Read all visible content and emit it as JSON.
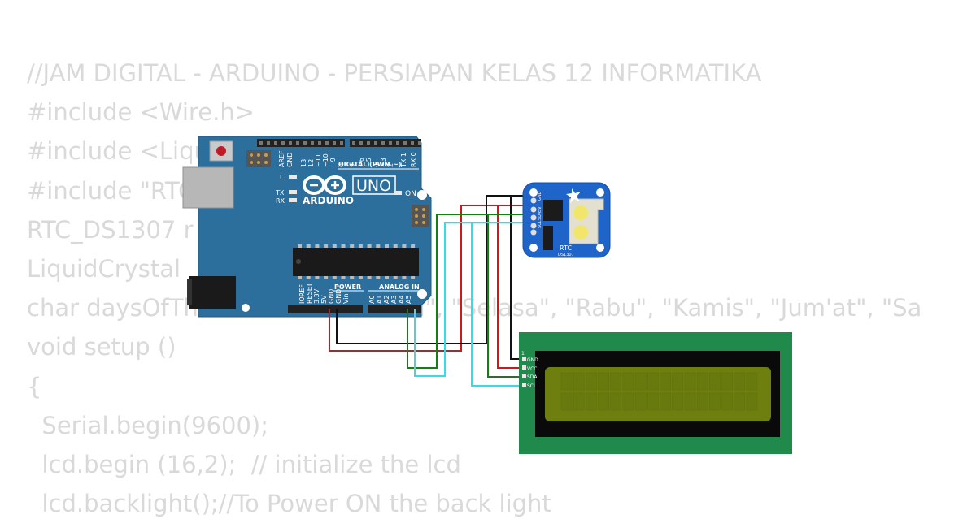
{
  "code_lines": [
    "//JAM DIGITAL - ARDUINO - PERSIAPAN KELAS 12 INFORMATIKA",
    "#include <Wire.h>",
    "#include <Liqu",
    "#include \"RTC",
    "RTC_DS1307 r",
    "LiquidCrystal",
    "char daysOfTh                    \"Senin\", \"Selasa\", \"Rabu\", \"Kamis\", \"Jum'at\", \"Sa",
    "void setup ()",
    "{",
    "  Serial.begin(9600);",
    "  lcd.begin (16,2);  // initialize the lcd",
    "  lcd.backlight();//To Power ON the back light"
  ],
  "arduino": {
    "brand": "ARDUINO",
    "model": "UNO",
    "digital_label": "DIGITAL (PWM ~)",
    "power_label": "POWER",
    "analog_label": "ANALOG IN",
    "on_label": "ON",
    "l_label": "L",
    "tx_label": "TX",
    "rx_label": "RX",
    "top_pins": [
      "AREF",
      "GND",
      "13",
      "12",
      "~11",
      "~10",
      "~9",
      "8",
      "7",
      "~6",
      "~5",
      "4",
      "~3",
      "2",
      "TX 1",
      "RX 0"
    ],
    "power_pins": [
      "IOREF",
      "RESET",
      "3.3V",
      "5V",
      "GND",
      "GND",
      "Vin"
    ],
    "analog_pins": [
      "A0",
      "A1",
      "A2",
      "A3",
      "A4",
      "A5"
    ],
    "board_color": "#2d6f9c"
  },
  "rtc": {
    "title": "RTC",
    "subtitle": "DS1307",
    "pins": [
      "GND",
      "5V",
      "SDA",
      "SCL"
    ],
    "board_color": "#1f64c8"
  },
  "lcd": {
    "pin_one": "1",
    "pins": [
      "GND",
      "VCC",
      "SDA",
      "SCL"
    ],
    "board_color": "#1f8a4c",
    "screen_color": "#6e7f10"
  },
  "wire_colors": {
    "gnd": "#111111",
    "vcc": "#d01818",
    "sda": "#138013",
    "scl": "#35dce8"
  }
}
